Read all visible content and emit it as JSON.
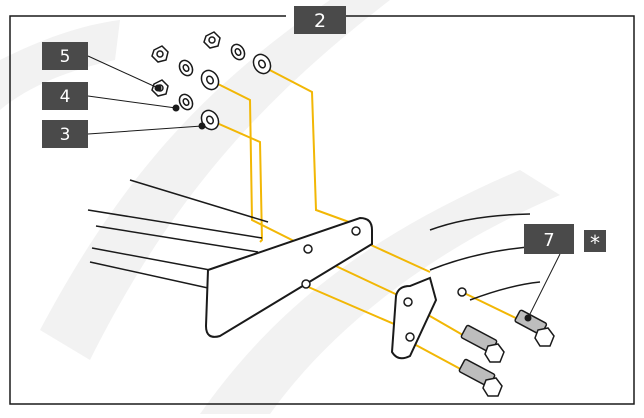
{
  "diagram": {
    "step_number": "2",
    "callouts": [
      {
        "id": "callout-5",
        "label": "5"
      },
      {
        "id": "callout-4",
        "label": "4"
      },
      {
        "id": "callout-3",
        "label": "3"
      },
      {
        "id": "callout-7",
        "label": "7"
      }
    ],
    "note_symbol": "*",
    "colors": {
      "callout_bg": "#4a4a4a",
      "callout_text": "#ffffff",
      "guide_line": "#f2b705",
      "outline": "#1a1a1a",
      "bolt_fill": "#bdbdbd",
      "watermark": "#f2f2f2"
    }
  }
}
